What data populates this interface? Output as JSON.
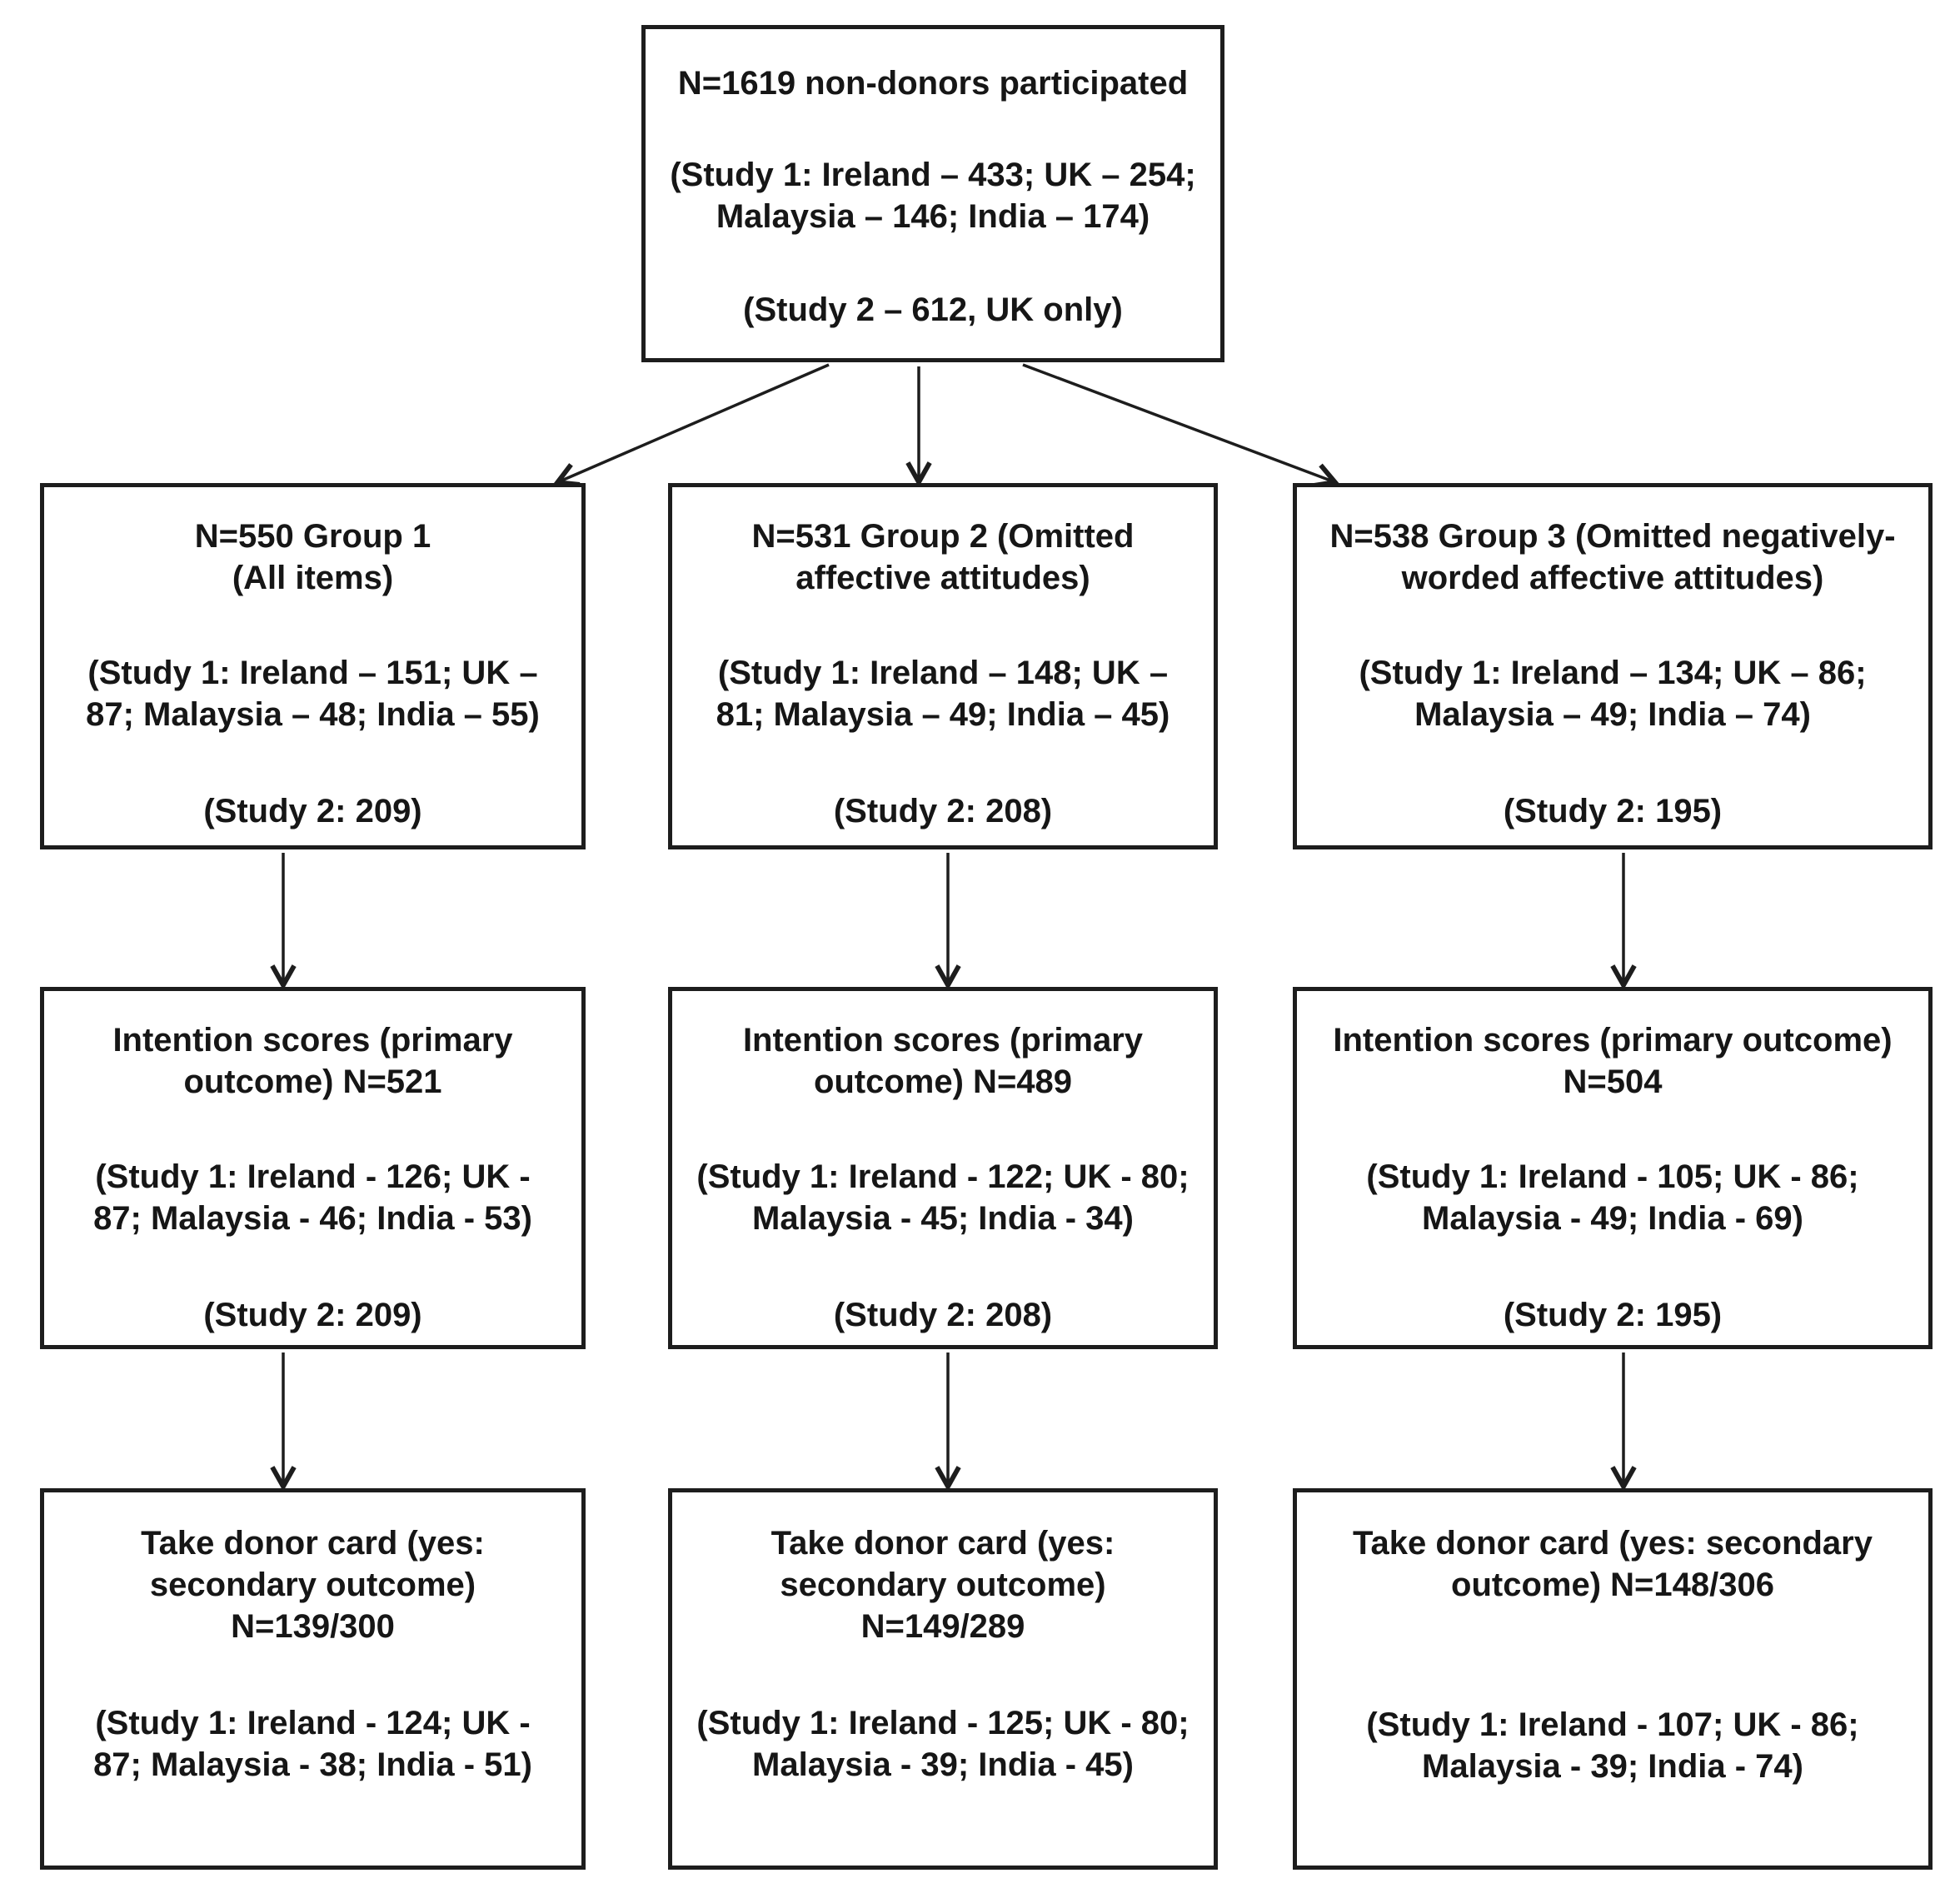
{
  "colors": {
    "background": "#ffffff",
    "box_border": "#1d1d1d",
    "text": "#161616",
    "arrow": "#1d1d1d"
  },
  "flowchart": {
    "root": {
      "title": "N=1619 non-donors participated",
      "study1": "(Study 1: Ireland – 433; UK – 254;\nMalaysia – 146; India – 174)",
      "study2": "(Study 2 – 612, UK only)"
    },
    "groups": [
      {
        "title": "N=550 Group 1\n(All items)",
        "study1": "(Study 1: Ireland – 151; UK –\n87; Malaysia – 48; India – 55)",
        "study2": "(Study 2: 209)"
      },
      {
        "title": "N=531 Group 2 (Omitted\naffective attitudes)",
        "study1": "(Study 1: Ireland – 148; UK –\n81; Malaysia – 49; India – 45)",
        "study2": "(Study 2: 208)"
      },
      {
        "title": "N=538 Group 3 (Omitted negatively-\nworded affective attitudes)",
        "study1": "(Study 1: Ireland – 134; UK – 86;\nMalaysia – 49; India – 74)",
        "study2": "(Study 2: 195)"
      }
    ],
    "intention": [
      {
        "title": "Intention scores (primary\noutcome) N=521",
        "study1": "(Study 1: Ireland - 126; UK -\n87; Malaysia - 46; India - 53)",
        "study2": "(Study 2: 209)"
      },
      {
        "title": "Intention scores (primary\noutcome) N=489",
        "study1": "(Study 1: Ireland - 122; UK - 80;\nMalaysia - 45; India - 34)",
        "study2": "(Study 2: 208)"
      },
      {
        "title": "Intention scores (primary outcome)\nN=504",
        "study1": "(Study 1: Ireland - 105; UK - 86;\nMalaysia - 49; India - 69)",
        "study2": "(Study 2: 195)"
      }
    ],
    "donor_card": [
      {
        "title": "Take donor card (yes:\nsecondary outcome)\nN=139/300",
        "study1": "(Study 1: Ireland - 124; UK -\n87; Malaysia - 38; India - 51)"
      },
      {
        "title": "Take donor card (yes:\nsecondary outcome)\nN=149/289",
        "study1": "(Study 1: Ireland - 125; UK - 80;\nMalaysia - 39; India - 45)"
      },
      {
        "title": "Take donor card (yes: secondary\noutcome) N=148/306",
        "study1": "(Study 1: Ireland - 107; UK - 86;\nMalaysia - 39; India - 74)"
      }
    ]
  }
}
